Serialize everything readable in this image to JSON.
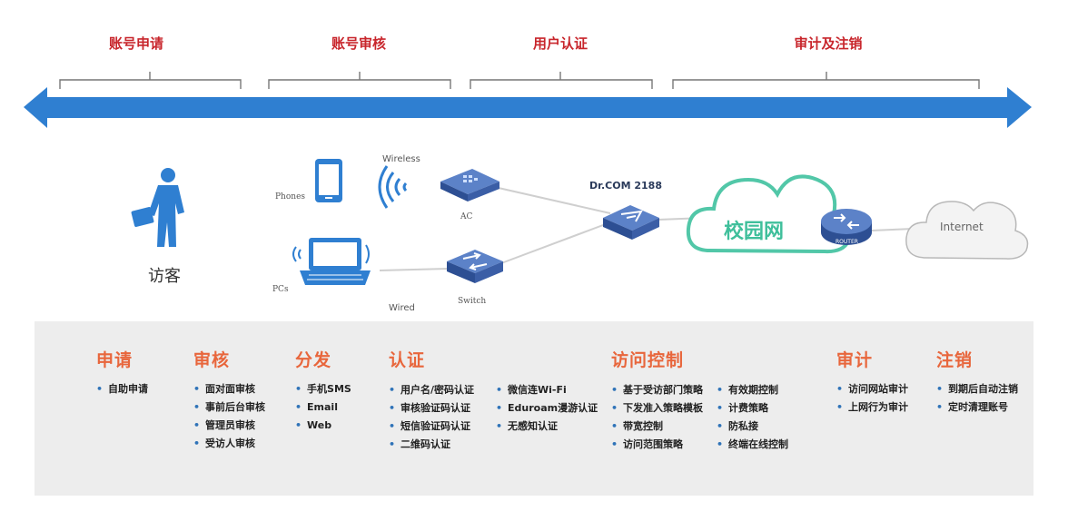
{
  "phases": {
    "apply": "账号申请",
    "review": "账号审核",
    "auth": "用户认证",
    "audit": "审计及注销"
  },
  "colors": {
    "phase_title": "#c8262c",
    "section_title": "#e8663c",
    "arrow": "#2f7fd1",
    "cloud_campus": "#52c7a8",
    "device_blue": "#3f67b0",
    "bullet": "#2f73b8",
    "panel_bg": "#ededed"
  },
  "diagram": {
    "visitor": "访客",
    "phones": "Phones",
    "pcs": "PCs",
    "wireless": "Wireless",
    "wired": "Wired",
    "ac": "AC",
    "switch": "Switch",
    "drcom": "Dr.COM 2188",
    "campus": "校园网",
    "router": "ROUTER",
    "internet": "Internet",
    "icons": [
      "person-icon",
      "phone-icon",
      "laptop-icon",
      "wireless-icon",
      "ac-device-icon",
      "switch-icon",
      "gateway-icon",
      "cloud-icon",
      "router-icon"
    ]
  },
  "sections": {
    "apply": {
      "title": "申请",
      "items": [
        "自助申请"
      ]
    },
    "review": {
      "title": "审核",
      "items": [
        "面对面审核",
        "事前后台审核",
        "管理员审核",
        "受访人审核"
      ]
    },
    "distribute": {
      "title": "分发",
      "items": [
        "手机SMS",
        "Email",
        "Web"
      ]
    },
    "auth": {
      "title": "认证",
      "items_left": [
        "用户名/密码认证",
        "审核验证码认证",
        "短信验证码认证",
        "二维码认证"
      ],
      "items_right": [
        "微信连Wi-Fi",
        "Eduroam漫游认证",
        "无感知认证"
      ]
    },
    "access": {
      "title": "访问控制",
      "items_left": [
        "基于受访部门策略",
        "下发准入策略模板",
        "带宽控制",
        "访问范围策略"
      ],
      "items_right": [
        "有效期控制",
        "计费策略",
        "防私接",
        "终端在线控制"
      ]
    },
    "audit": {
      "title": "审计",
      "items": [
        "访问网站审计",
        "上网行为审计"
      ]
    },
    "cancel": {
      "title": "注销",
      "items": [
        "到期后自动注销",
        "定时清理账号"
      ]
    }
  }
}
